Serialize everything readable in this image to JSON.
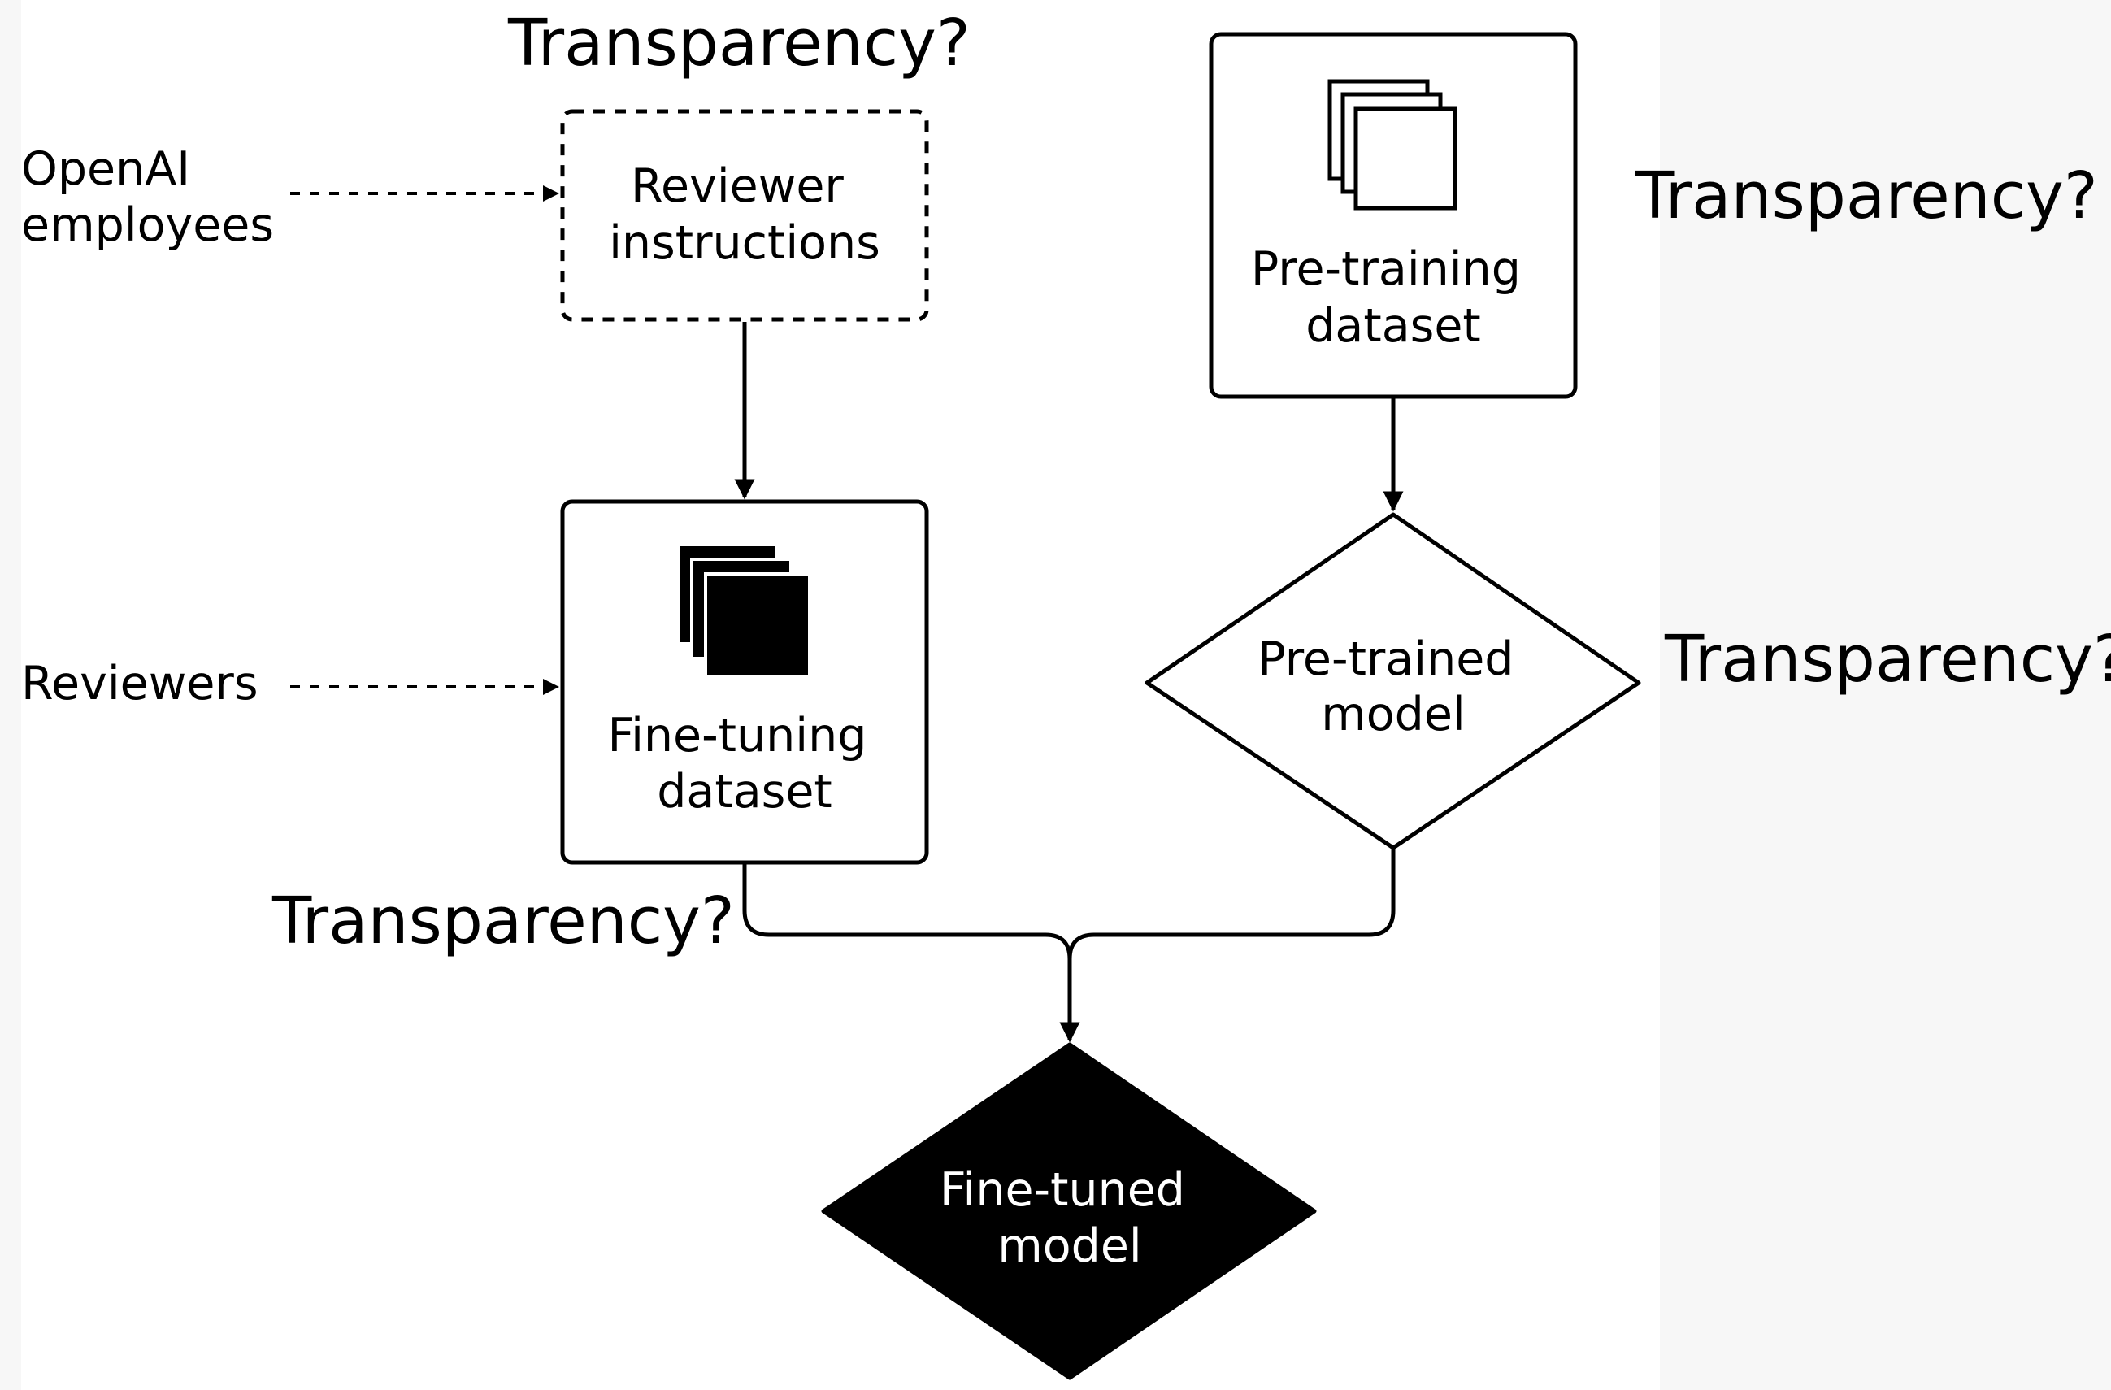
{
  "sources": {
    "openai_employees": [
      "OpenAI",
      "employees"
    ],
    "reviewers": "Reviewers"
  },
  "nodes": {
    "reviewer_instructions": [
      "Reviewer",
      "instructions"
    ],
    "pretraining_dataset": [
      "Pre-training",
      "dataset"
    ],
    "finetuning_dataset": [
      "Fine-tuning",
      "dataset"
    ],
    "pretrained_model": [
      "Pre-trained",
      "model"
    ],
    "finetuned_model": [
      "Fine-tuned",
      "model"
    ]
  },
  "annotations": {
    "reviewer_instructions": "Transparency?",
    "pretraining_dataset": "Transparency?",
    "pretrained_model": "Transparency?",
    "finetuning_dataset": "Transparency?"
  },
  "icons": {
    "pretraining_dataset": "document-stack-icon",
    "finetuning_dataset": "filled-document-stack-icon"
  },
  "colors": {
    "stroke": "#000000",
    "finetuned_fill": "#000000",
    "finetuned_text": "#ffffff",
    "background": "#ffffff"
  }
}
